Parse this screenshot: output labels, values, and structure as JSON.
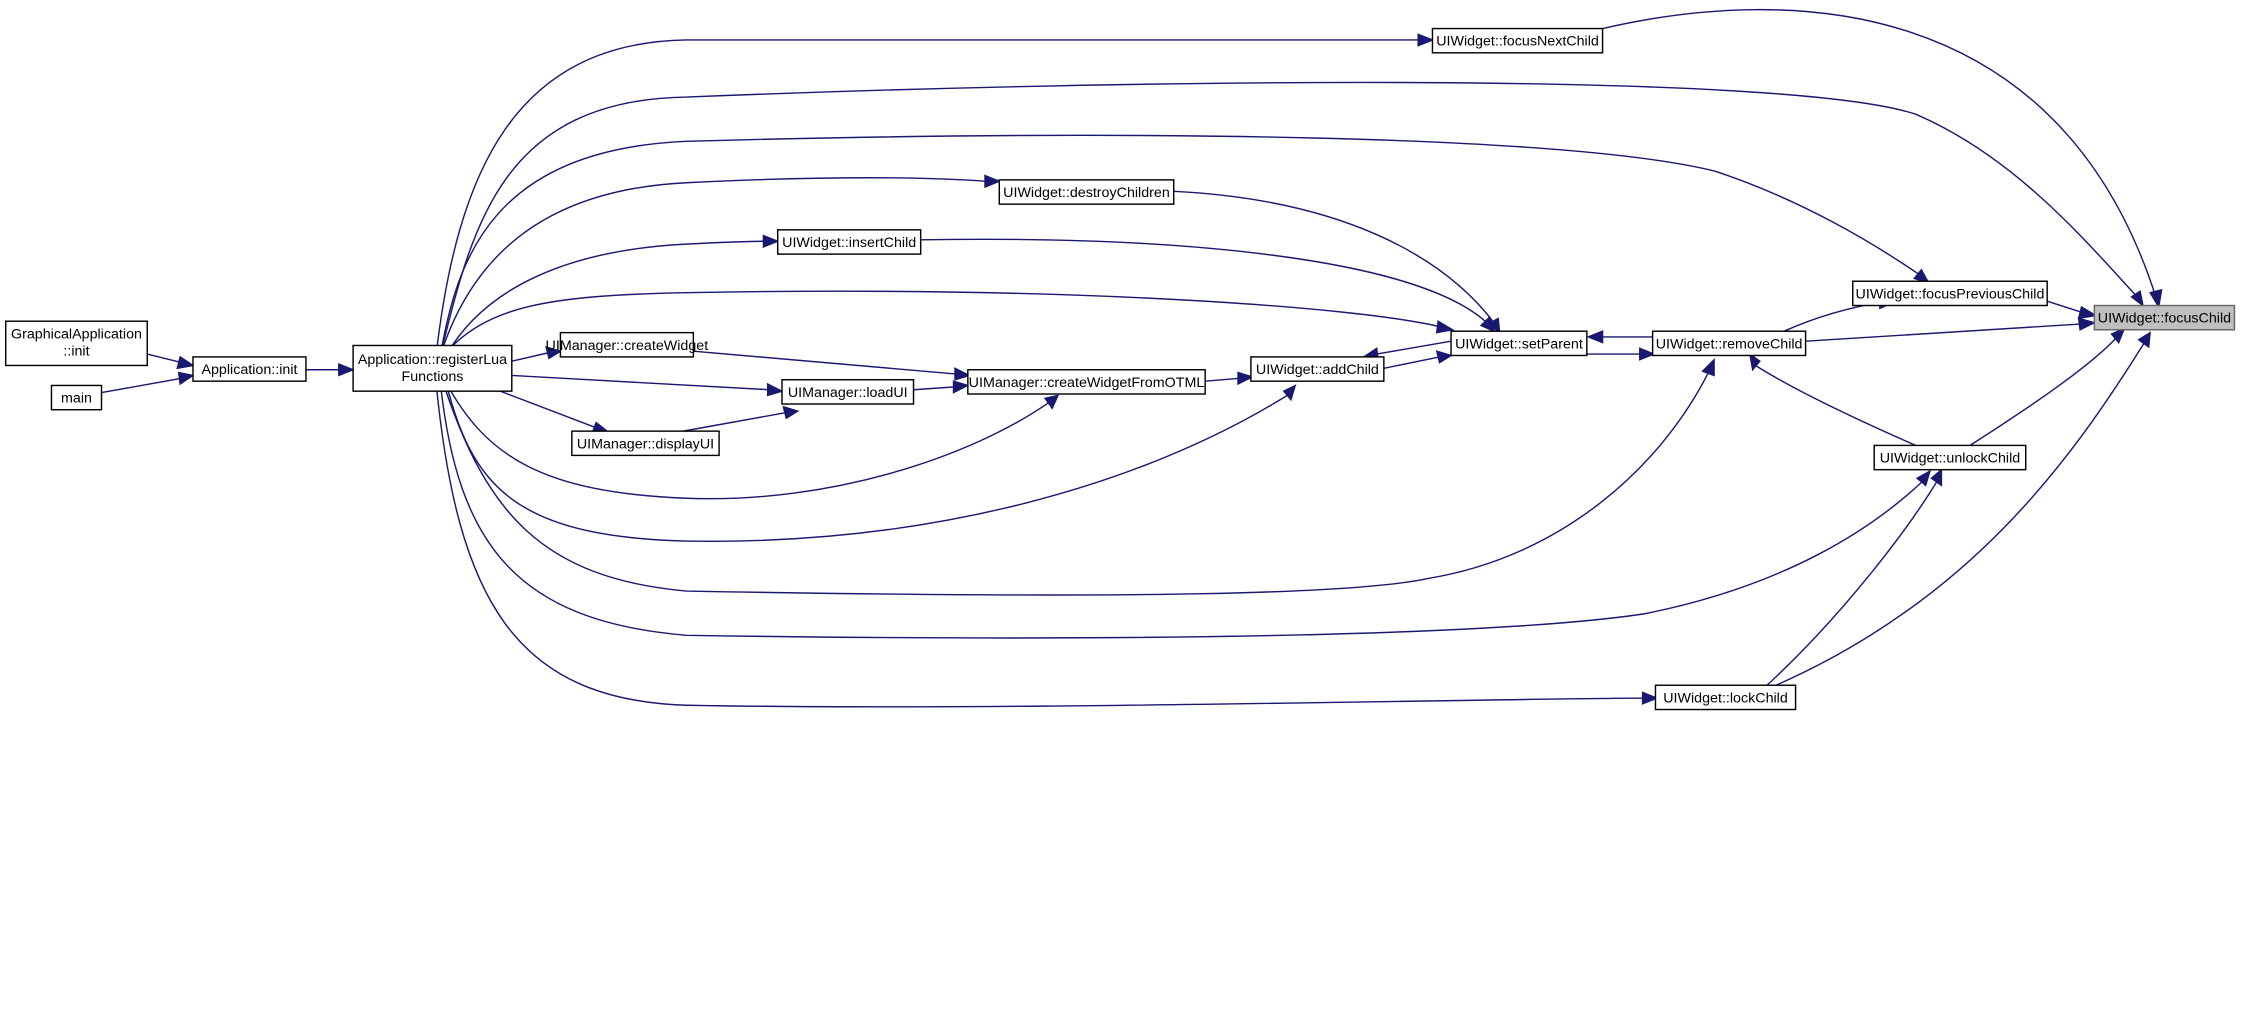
{
  "diagram": {
    "type": "call-graph",
    "edge_color": "#191970",
    "highlight_color": "#bfbfbf",
    "nodes": {
      "focusChild": {
        "label": "UIWidget::focusChild",
        "highlighted": true
      },
      "focusNextChild": {
        "label": "UIWidget::focusNextChild"
      },
      "focusPreviousChild": {
        "label": "UIWidget::focusPreviousChild"
      },
      "removeChild": {
        "label": "UIWidget::removeChild"
      },
      "unlockChild": {
        "label": "UIWidget::unlockChild"
      },
      "lockChild": {
        "label": "UIWidget::lockChild"
      },
      "setParent": {
        "label": "UIWidget::setParent"
      },
      "addChild": {
        "label": "UIWidget::addChild"
      },
      "destroyChildren": {
        "label": "UIWidget::destroyChildren"
      },
      "insertChild": {
        "label": "UIWidget::insertChild"
      },
      "createWidgetFromOTML": {
        "label": "UIManager::createWidgetFromOTML"
      },
      "createWidget": {
        "label": "UIManager::createWidget"
      },
      "loadUI": {
        "label": "UIManager::loadUI"
      },
      "displayUI": {
        "label": "UIManager::displayUI"
      },
      "registerLuaFunctions": {
        "label_line1": "Application::registerLua",
        "label_line2": "Functions"
      },
      "appInit": {
        "label": "Application::init"
      },
      "graphicalInit": {
        "label_line1": "GraphicalApplication",
        "label_line2": "::init"
      },
      "main": {
        "label": "main"
      }
    },
    "edges": [
      {
        "from": "focusNextChild",
        "to": "focusChild"
      },
      {
        "from": "focusPreviousChild",
        "to": "focusChild"
      },
      {
        "from": "removeChild",
        "to": "focusChild"
      },
      {
        "from": "unlockChild",
        "to": "focusChild"
      },
      {
        "from": "lockChild",
        "to": "focusChild"
      },
      {
        "from": "registerLuaFunctions",
        "to": "focusChild"
      },
      {
        "from": "removeChild",
        "to": "focusPreviousChild"
      },
      {
        "from": "registerLuaFunctions",
        "to": "focusPreviousChild"
      },
      {
        "from": "registerLuaFunctions",
        "to": "focusNextChild"
      },
      {
        "from": "setParent",
        "to": "removeChild"
      },
      {
        "from": "unlockChild",
        "to": "removeChild"
      },
      {
        "from": "registerLuaFunctions",
        "to": "removeChild"
      },
      {
        "from": "lockChild",
        "to": "unlockChild"
      },
      {
        "from": "registerLuaFunctions",
        "to": "unlockChild"
      },
      {
        "from": "registerLuaFunctions",
        "to": "lockChild"
      },
      {
        "from": "removeChild",
        "to": "setParent"
      },
      {
        "from": "addChild",
        "to": "setParent"
      },
      {
        "from": "destroyChildren",
        "to": "setParent"
      },
      {
        "from": "insertChild",
        "to": "setParent"
      },
      {
        "from": "registerLuaFunctions",
        "to": "setParent"
      },
      {
        "from": "setParent",
        "to": "addChild"
      },
      {
        "from": "createWidgetFromOTML",
        "to": "addChild"
      },
      {
        "from": "registerLuaFunctions",
        "to": "addChild"
      },
      {
        "from": "registerLuaFunctions",
        "to": "destroyChildren"
      },
      {
        "from": "registerLuaFunctions",
        "to": "insertChild"
      },
      {
        "from": "createWidget",
        "to": "createWidgetFromOTML"
      },
      {
        "from": "loadUI",
        "to": "createWidgetFromOTML"
      },
      {
        "from": "registerLuaFunctions",
        "to": "createWidgetFromOTML"
      },
      {
        "from": "registerLuaFunctions",
        "to": "createWidget"
      },
      {
        "from": "displayUI",
        "to": "loadUI"
      },
      {
        "from": "registerLuaFunctions",
        "to": "loadUI"
      },
      {
        "from": "registerLuaFunctions",
        "to": "displayUI"
      },
      {
        "from": "appInit",
        "to": "registerLuaFunctions"
      },
      {
        "from": "graphicalInit",
        "to": "appInit"
      },
      {
        "from": "main",
        "to": "appInit"
      }
    ]
  }
}
